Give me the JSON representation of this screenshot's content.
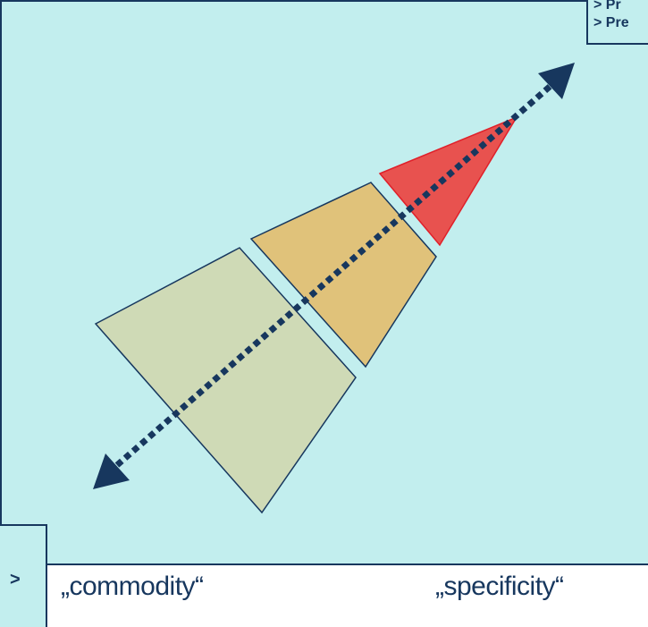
{
  "callout": {
    "line1": "> Pr",
    "line2": "> Pre"
  },
  "corner": {
    "marker": ">"
  },
  "axis": {
    "left_label": "„commodity“",
    "right_label": "„specificity“"
  },
  "colors": {
    "panel_bg": "#c2eeee",
    "border": "#17375e",
    "segment_commodity": "#cfdab6",
    "segment_middle": "#e0c27a",
    "segment_specific": "#e8524f",
    "arrow": "#17375e"
  },
  "icons": {
    "arrow_left": "arrowhead-left-icon",
    "arrow_right": "arrowhead-right-icon"
  }
}
